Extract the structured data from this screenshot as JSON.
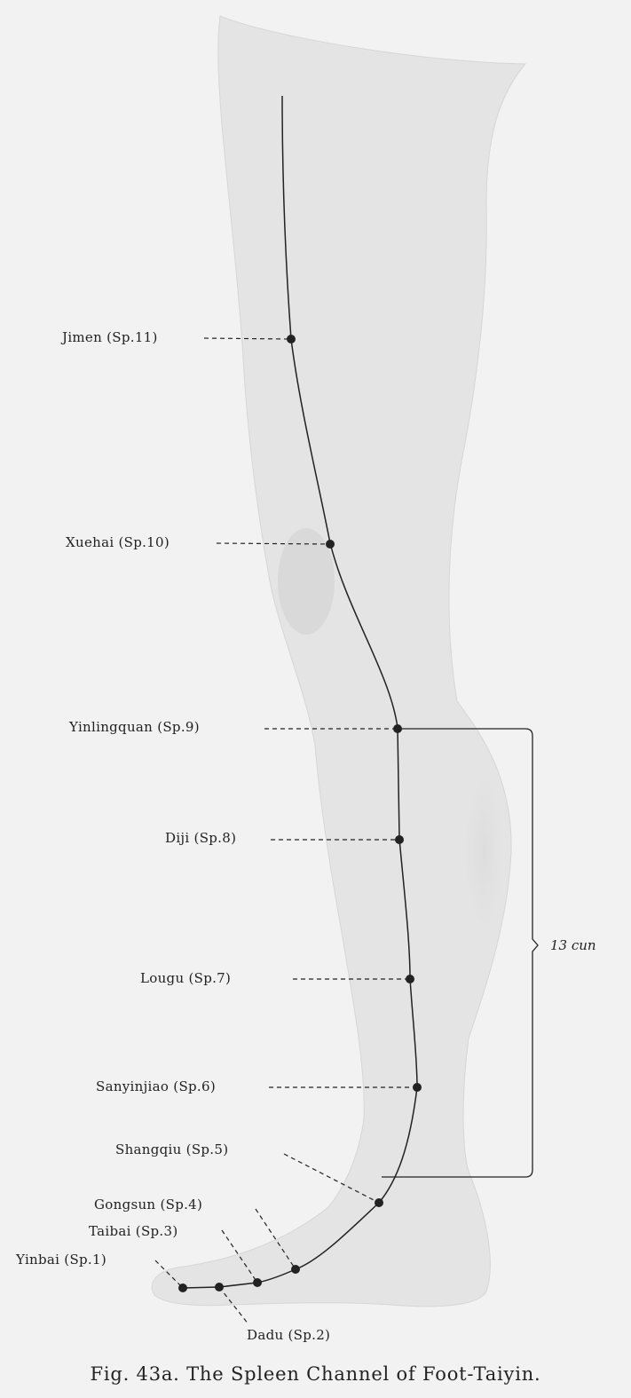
{
  "figure": {
    "caption": "Fig. 43a.  The Spleen Channel of Foot-Taiyin.",
    "measure_label": "13 cun"
  },
  "points": [
    {
      "id": "sp11",
      "label": "Jimen (Sp.11)"
    },
    {
      "id": "sp10",
      "label": "Xuehai (Sp.10)"
    },
    {
      "id": "sp9",
      "label": "Yinlingquan (Sp.9)"
    },
    {
      "id": "sp8",
      "label": "Diji (Sp.8)"
    },
    {
      "id": "sp7",
      "label": "Lougu (Sp.7)"
    },
    {
      "id": "sp6",
      "label": "Sanyinjiao (Sp.6)"
    },
    {
      "id": "sp5",
      "label": "Shangqiu (Sp.5)"
    },
    {
      "id": "sp4",
      "label": "Gongsun (Sp.4)"
    },
    {
      "id": "sp3",
      "label": "Taibai (Sp.3)"
    },
    {
      "id": "sp1",
      "label": "Yinbai (Sp.1)"
    },
    {
      "id": "sp2",
      "label": "Dadu (Sp.2)"
    }
  ],
  "colors": {
    "background": "#f2f2f2",
    "leg_fill": "#e4e4e4",
    "ink": "#222222"
  }
}
